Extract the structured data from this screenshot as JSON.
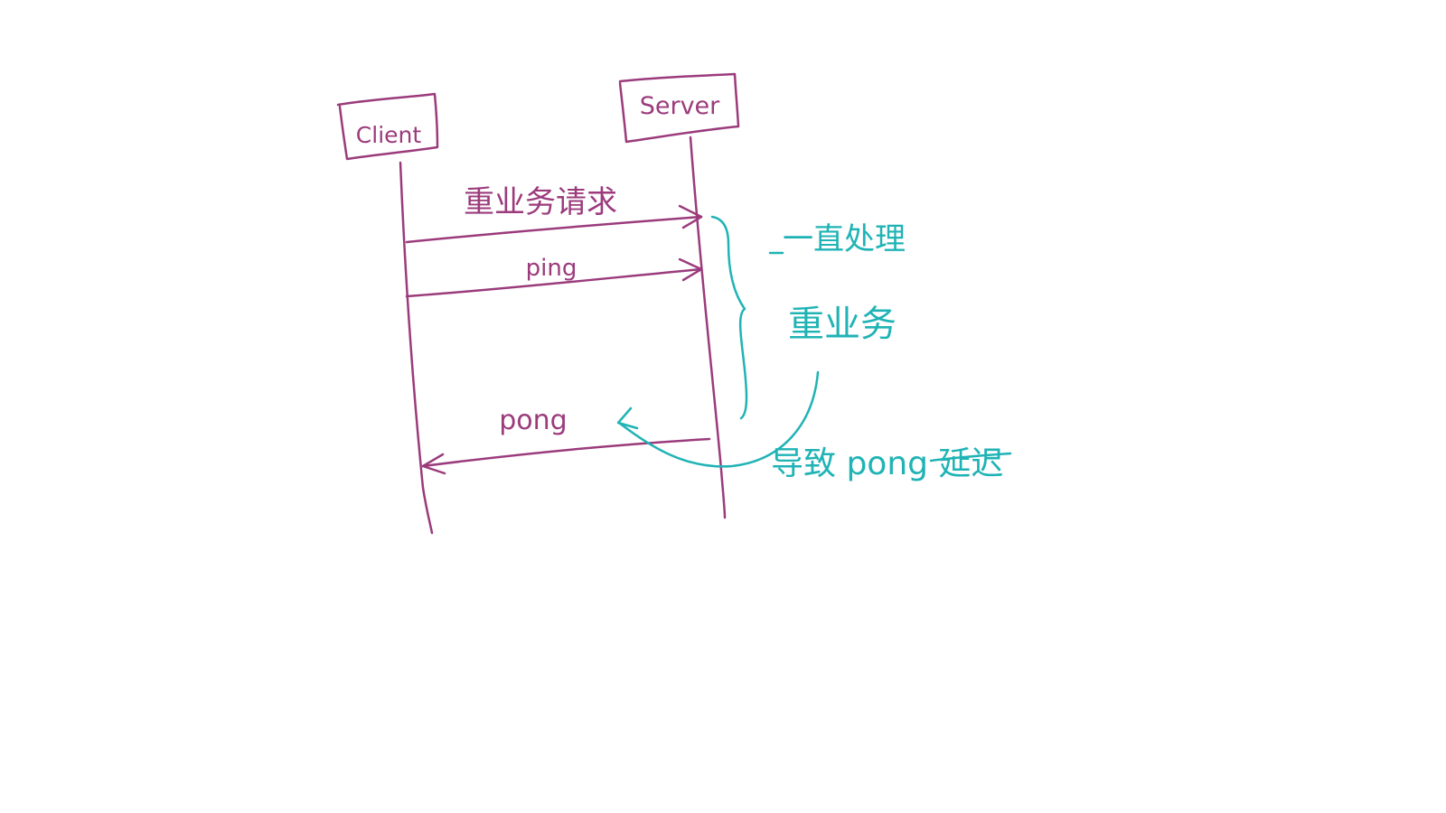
{
  "diagram": {
    "participants": [
      {
        "id": "client",
        "label": "Client"
      },
      {
        "id": "server",
        "label": "Server"
      }
    ],
    "messages": [
      {
        "from": "client",
        "to": "server",
        "label": "重业务请求"
      },
      {
        "from": "client",
        "to": "server",
        "label": "ping"
      },
      {
        "from": "server",
        "to": "client",
        "label": "pong"
      }
    ],
    "annotations": {
      "brace_note_line1": "一直处理",
      "brace_note_line2": "重业务",
      "delay_note": "导致 pong 延迟"
    },
    "colors": {
      "sequence_ink": "#9b3b7c",
      "annotation_ink": "#20b3b5",
      "background": "#ffffff"
    }
  }
}
